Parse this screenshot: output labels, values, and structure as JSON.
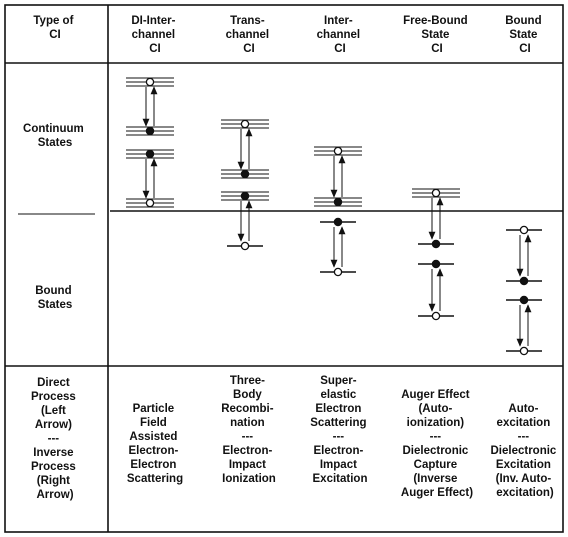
{
  "row_header": {
    "type_label": [
      "Type of",
      "CI"
    ],
    "continuum_label": [
      "Continuum",
      "States"
    ],
    "bound_label": [
      "Bound",
      "States"
    ],
    "process_label": [
      "Direct",
      "Process",
      "(Left",
      "Arrow)",
      "---",
      "Inverse",
      "Process",
      "(Right",
      "Arrow)"
    ]
  },
  "columns": [
    {
      "title": [
        "DI-Inter-",
        "channel",
        "CI"
      ],
      "processes": [
        "Particle",
        "Field",
        "Assisted",
        "Electron-",
        "Electron",
        "Scattering"
      ]
    },
    {
      "title": [
        "Trans-",
        "channel",
        "CI"
      ],
      "processes": [
        "Three-",
        "Body",
        "Recombi-",
        "nation",
        "---",
        "Electron-",
        "Impact",
        "Ionization"
      ]
    },
    {
      "title": [
        "Inter-",
        "channel",
        "CI"
      ],
      "processes": [
        "Super-",
        "elastic",
        "Electron",
        "Scattering",
        "---",
        "Electron-",
        "Impact",
        "Excitation"
      ]
    },
    {
      "title": [
        "Free-Bound",
        "State",
        "CI"
      ],
      "processes": [
        "Auger Effect",
        "(Auto-",
        "ionization)",
        "---",
        "Dielectronic",
        "Capture",
        "(Inverse",
        "Auger Effect)"
      ]
    },
    {
      "title": [
        "Bound",
        "State",
        "CI"
      ],
      "processes": [
        "Auto-",
        "excitation",
        "---",
        "Dielectronic",
        "Excitation",
        "(Inv. Auto-",
        "excitation)"
      ]
    }
  ]
}
